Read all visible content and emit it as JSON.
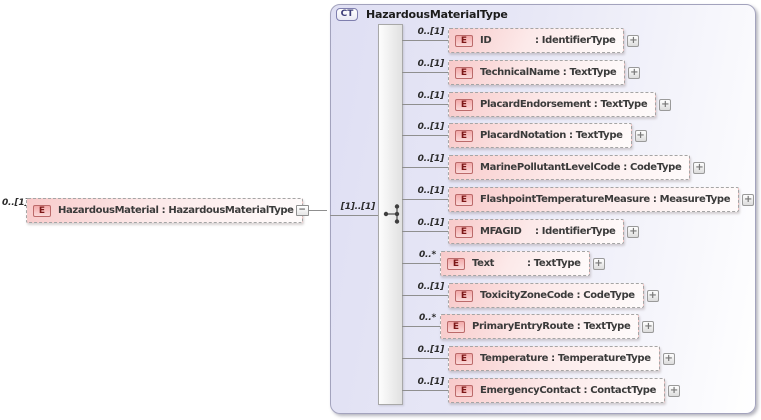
{
  "diagram": {
    "icons": {
      "element_badge": "E",
      "expand": "+",
      "collapse": "−"
    },
    "root_element": {
      "cardinality": "0..[1]",
      "name": "HazardousMaterial",
      "type_label": ": HazardousMaterialType"
    },
    "complex_type": {
      "badge": "CT",
      "title": "HazardousMaterialType",
      "group_cardinality": "[1]..[1]",
      "compositor": "sequence",
      "children": [
        {
          "cardinality": "0..[1]",
          "name": "ID",
          "type_label": ": IdentifierType"
        },
        {
          "cardinality": "0..[1]",
          "name": "TechnicalName",
          "type_label": ": TextType"
        },
        {
          "cardinality": "0..[1]",
          "name": "PlacardEndorsement",
          "type_label": ": TextType"
        },
        {
          "cardinality": "0..[1]",
          "name": "PlacardNotation",
          "type_label": ": TextType"
        },
        {
          "cardinality": "0..[1]",
          "name": "MarinePollutantLevelCode",
          "type_label": ": CodeType"
        },
        {
          "cardinality": "0..[1]",
          "name": "FlashpointTemperatureMeasure",
          "type_label": ": MeasureType"
        },
        {
          "cardinality": "0..[1]",
          "name": "MFAGID",
          "type_label": ": IdentifierType"
        },
        {
          "cardinality": "0..*",
          "name": "Text",
          "type_label": ": TextType"
        },
        {
          "cardinality": "0..[1]",
          "name": "ToxicityZoneCode",
          "type_label": ": CodeType"
        },
        {
          "cardinality": "0..*",
          "name": "PrimaryEntryRoute",
          "type_label": ": TextType"
        },
        {
          "cardinality": "0..[1]",
          "name": "Temperature",
          "type_label": ": TemperatureType"
        },
        {
          "cardinality": "0..[1]",
          "name": "EmergencyContact",
          "type_label": ": ContactType"
        }
      ]
    },
    "colors": {
      "ct_fill": "#e3e3f5",
      "element_fill": "#f8caca",
      "element_border": "#a5a5a5",
      "icon_border": "#bb6a6a",
      "icon_text": "#7c1818",
      "line": "#8f8f8f"
    }
  }
}
